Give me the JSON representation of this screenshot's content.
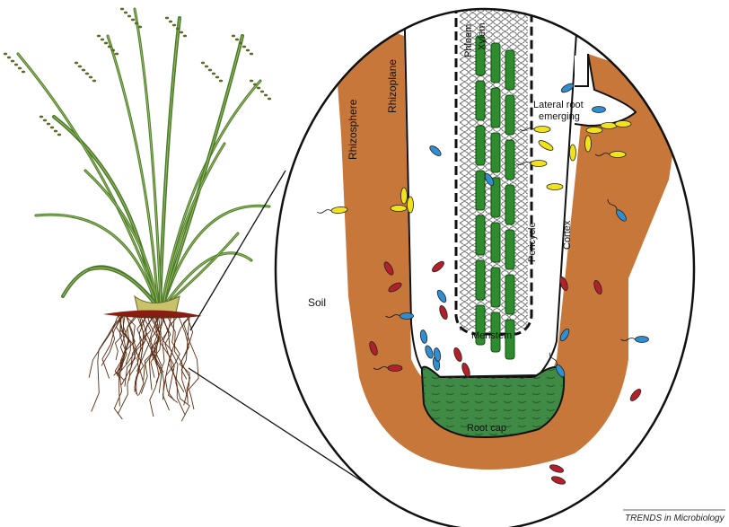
{
  "diagram": {
    "labels": {
      "soil": "Soil",
      "rhizosphere": "Rhizosphere",
      "rhizoplane": "Rhizoplane",
      "phloem": "Phloem",
      "xylem": "Xylem",
      "lateral_root_line1": "Lateral root",
      "lateral_root_line2": "emerging",
      "pericycle": "Pericycle",
      "cortex": "Cortex",
      "meristem": "Meristem",
      "root_cap": "Root cap"
    },
    "credit_prefix": "TRENDS",
    "credit_suffix": " in Microbiology"
  },
  "colors": {
    "rhizosphere": "#c8773a",
    "root_cap": "#3f8a44",
    "vascular": "#2e8b2e",
    "bacteria_yellow": "#f2e21a",
    "bacteria_blue": "#2f8fd0",
    "bacteria_red": "#b3202a",
    "plant_leaf": "#4a7a2a",
    "roots": "#5a2e14"
  }
}
